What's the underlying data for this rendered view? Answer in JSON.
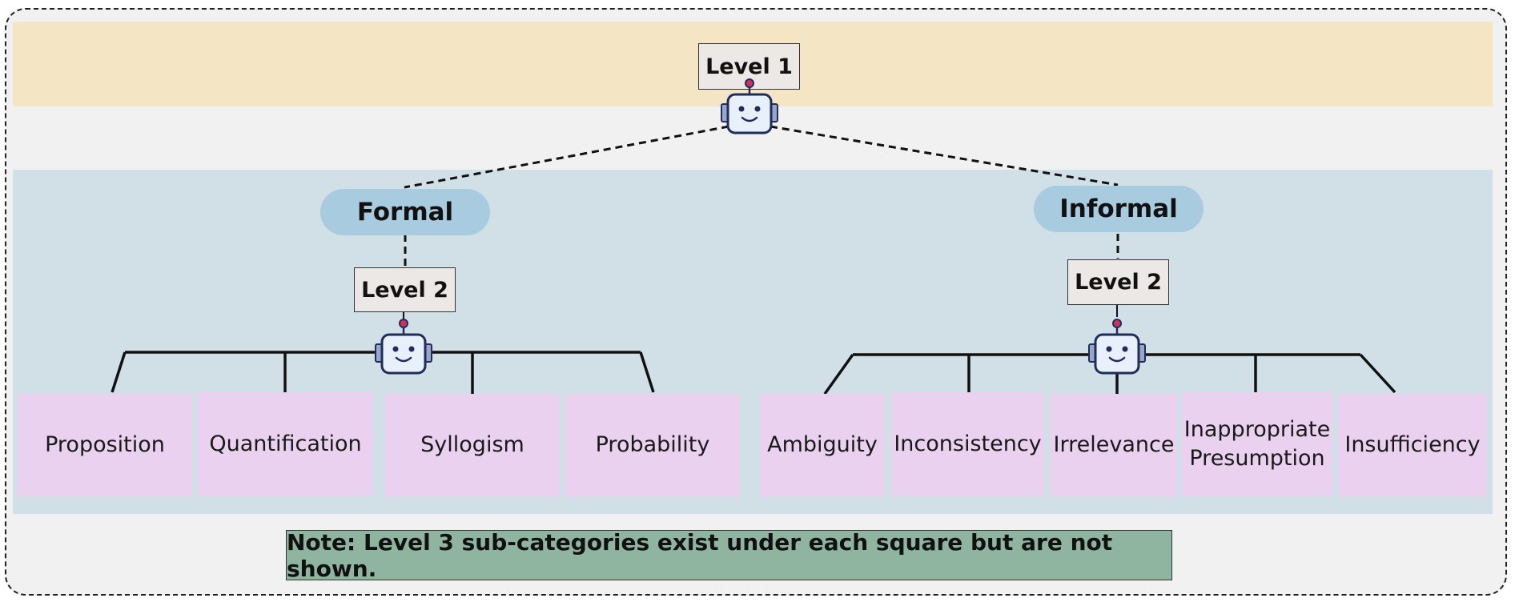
{
  "level1": {
    "label": "Level 1"
  },
  "formal": {
    "label": "Formal",
    "level_label": "Level 2",
    "categories": [
      "Proposition",
      "Quantification",
      "Syllogism",
      "Probability"
    ]
  },
  "informal": {
    "label": "Informal",
    "level_label": "Level 2",
    "categories": [
      "Ambiguity",
      "Inconsistency",
      "Irrelevance",
      "Inappropriate\nPresumption",
      "Insufficiency"
    ]
  },
  "note": "Note: Level 3 sub-categories exist under each square but are not shown.",
  "colors": {
    "top_band": "#f4e5c4",
    "middle_band": "#d1dfe7",
    "pill": "#a9cbe0",
    "category": "#e9d1ef",
    "note": "#8fb5a1",
    "robot_head": "#e8f0fb",
    "robot_outline": "#1e2d5c",
    "robot_antenna": "#d0305a"
  },
  "icons": [
    "robot-icon"
  ]
}
